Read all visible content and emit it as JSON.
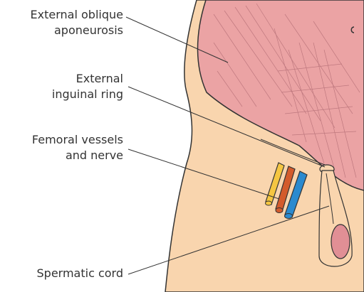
{
  "labels": {
    "external_oblique_aponeurosis": [
      "External oblique",
      "aponeurosis"
    ],
    "external_inguinal_ring": [
      "External",
      "inguinal ring"
    ],
    "femoral_vessels_and_nerve": [
      "Femoral vessels",
      "and nerve"
    ],
    "spermatic_cord": [
      "Spermatic cord"
    ]
  },
  "colors": {
    "skin": "#F9D5AE",
    "muscle": "#EBA3A4",
    "muscle_fiber": "#B06A72",
    "outline": "#333333",
    "nerve": "#F5C642",
    "artery": "#D35B2C",
    "vein": "#2B8ACF",
    "testis": "#E18F95"
  }
}
